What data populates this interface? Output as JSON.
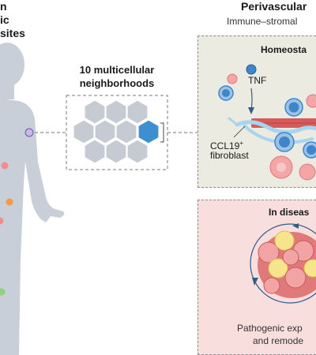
{
  "left_title": {
    "line1": "n",
    "line2": "ic sites"
  },
  "neighborhoods": {
    "line1": "10 multicellular",
    "line2": "neighborhoods"
  },
  "right_title": "Perivascular",
  "right_subtitle": "Immune–stromal",
  "panel_top": {
    "label": "Homeosta",
    "tnf": "TNF",
    "ccl19": "CCL19",
    "ccl19_sup": "+",
    "fibroblast": "fibroblast"
  },
  "panel_bottom": {
    "label": "In diseas",
    "line1": "Pathogenic exp",
    "line2": "and remode"
  },
  "colors": {
    "body": "#c9cfd8",
    "hex_fill": "#c5cad3",
    "hex_highlight": "#3e8fd0",
    "panel_top_bg": "#ecebe1",
    "panel_bottom_bg": "#f9dede",
    "vessel": "#d65a5a",
    "fibroblast": "#a7d4ee",
    "cell_blue": "#3e86c9",
    "cell_pink": "#f4a6a6",
    "cell_yellow": "#f6e58d",
    "arrow": "#2f5d8a"
  }
}
